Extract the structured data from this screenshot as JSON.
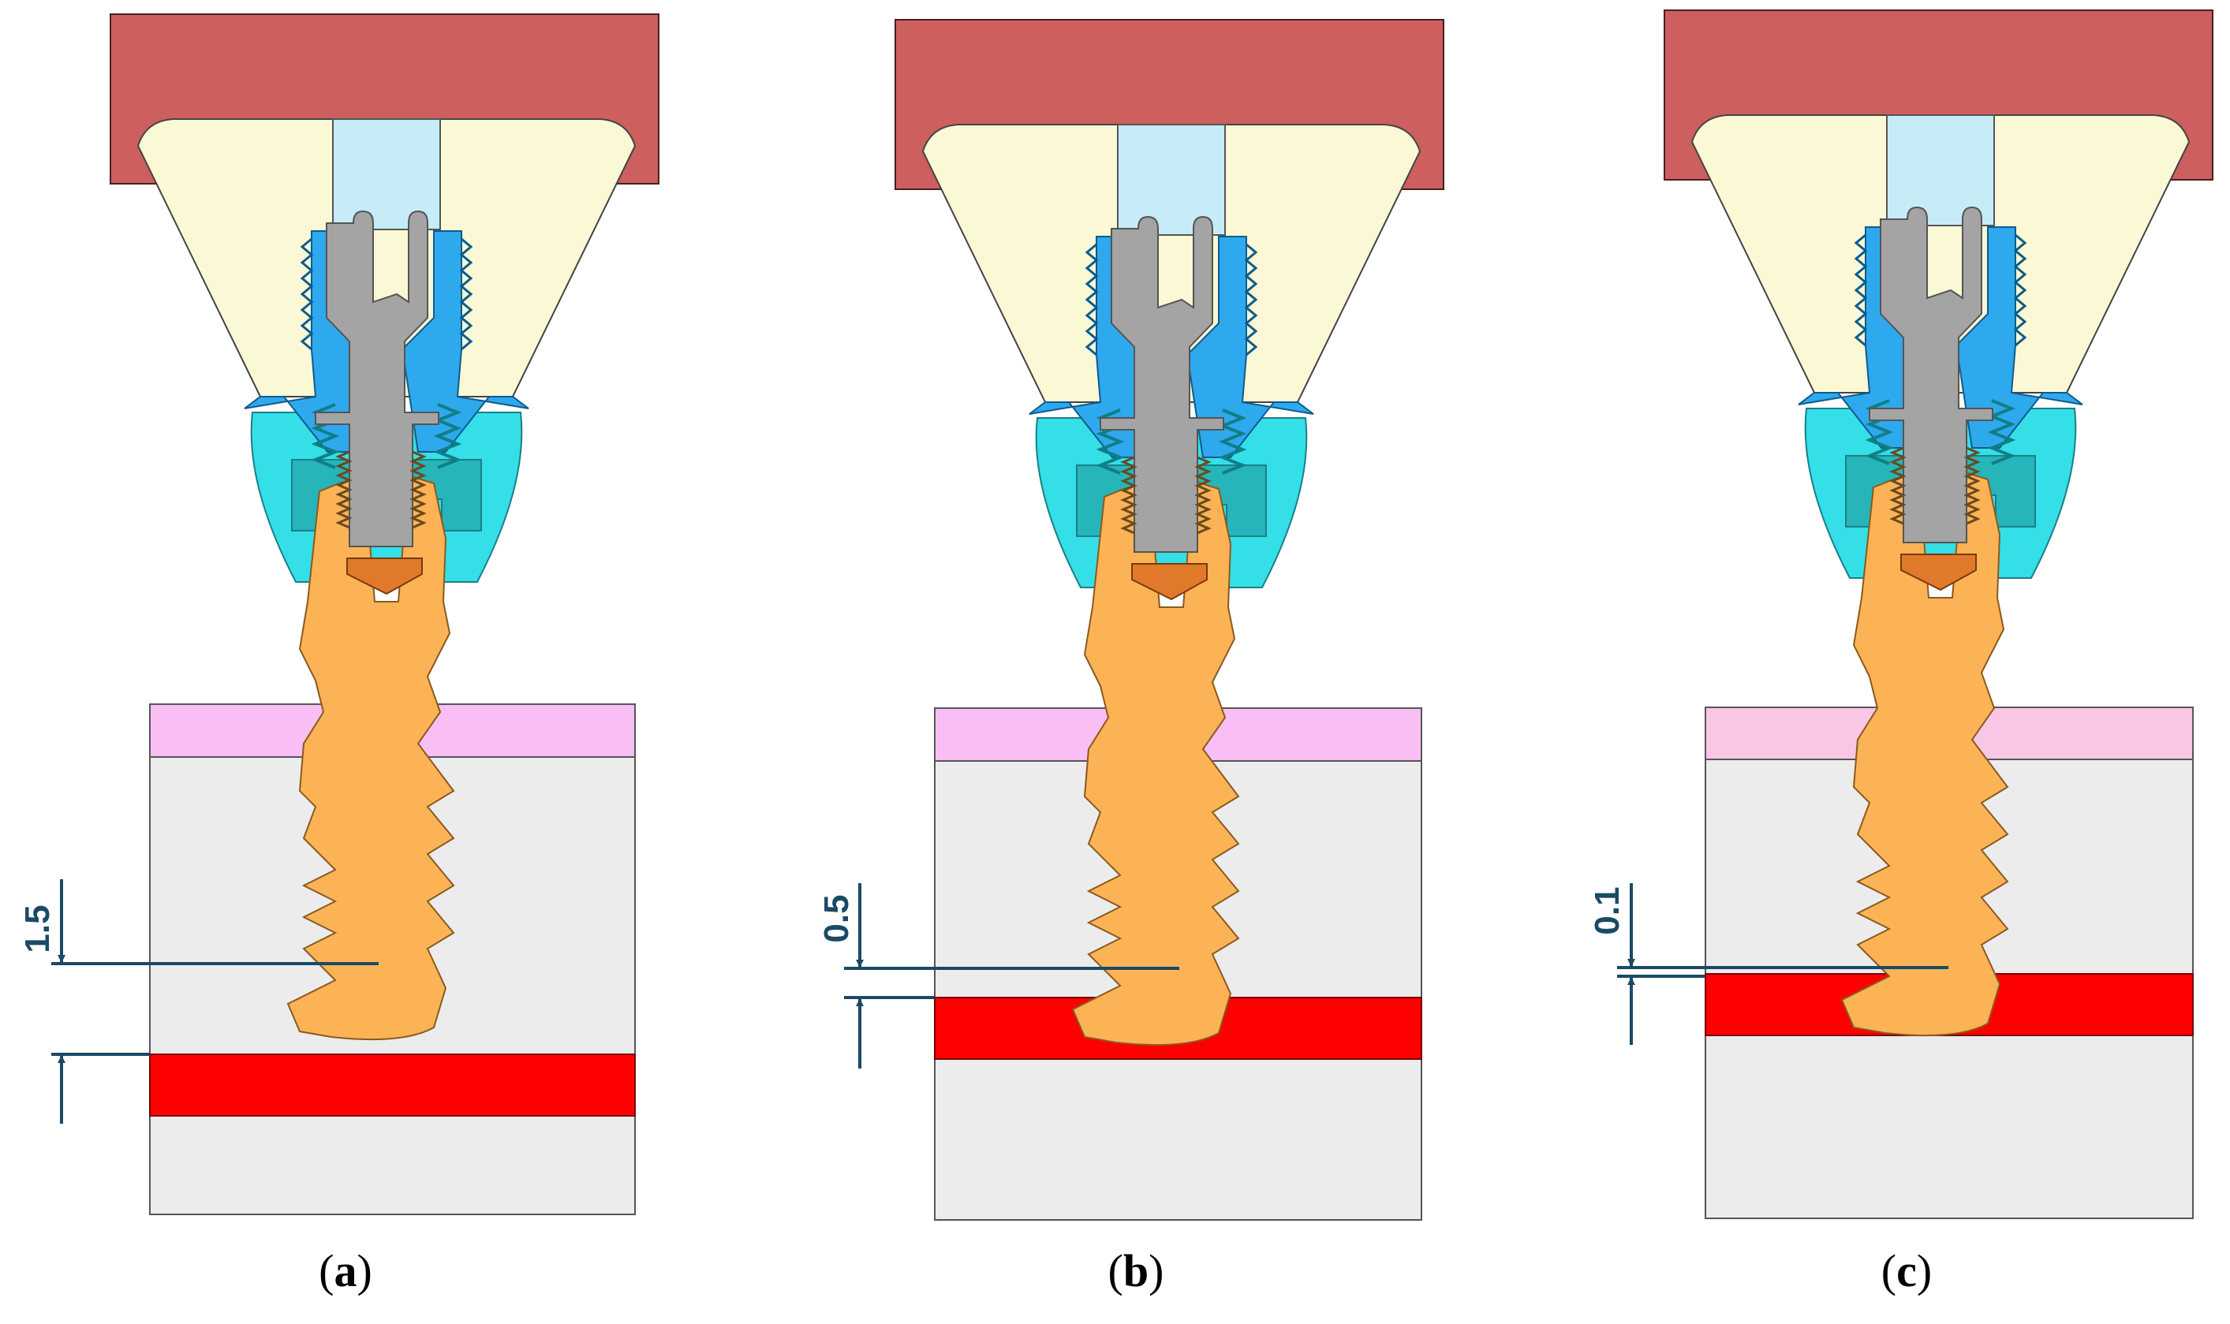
{
  "panels": [
    {
      "id": "a",
      "caption_letter": "a",
      "distance_label": "1.5"
    },
    {
      "id": "b",
      "caption_letter": "b",
      "distance_label": "0.5"
    },
    {
      "id": "c",
      "caption_letter": "c",
      "distance_label": "0.1"
    }
  ],
  "colors": {
    "crown_cap": "#cd5f5f",
    "crown_body": "#fbf8d6",
    "access_channel": "#c6ecf8",
    "abutment_blue": "#2ea9ee",
    "collar_cyan": "#34dfe8",
    "screw_gray": "#a4a4a4",
    "implant_orange": "#fcb356",
    "gingiva_pink": "#f9bff5",
    "bone_gray": "#ececec",
    "nerve_red": "#ff0000",
    "dimension_navy": "#1a4a66"
  }
}
